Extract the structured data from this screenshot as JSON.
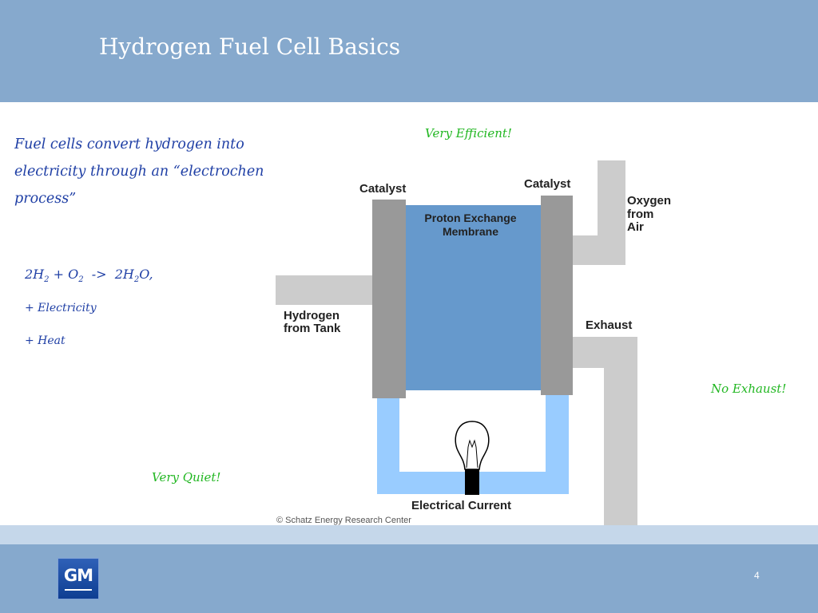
{
  "slide": {
    "title": "Hydrogen Fuel Cell Basics",
    "intro_lines": [
      "Fuel cells convert hydrogen into",
      "electricity through an “electrochen",
      "process”"
    ],
    "equation": {
      "reactant_h": "2H",
      "reactant_h_sub": "2",
      "plus_o": " + O",
      "reactant_o_sub": "2",
      "arrow": "  ->  2H",
      "product_sub": "2",
      "product_tail": "O,"
    },
    "plus_electricity": "+ Electricity",
    "plus_heat": "+  Heat",
    "callouts": {
      "efficient": "Very Efficient!",
      "quiet": "Very Quiet!",
      "no_exhaust": "No Exhaust!"
    },
    "page_number": "4"
  },
  "diagram": {
    "catalyst_left": "Catalyst",
    "catalyst_right": "Catalyst",
    "membrane_line1": "Proton Exchange",
    "membrane_line2": "Membrane",
    "oxygen_line1": "Oxygen",
    "oxygen_line2": "from",
    "oxygen_line3": "Air",
    "hydrogen_line1": "Hydrogen",
    "hydrogen_line2": "from Tank",
    "exhaust": "Exhaust",
    "current": "Electrical Current",
    "credit": "© Schatz Energy Research Center"
  },
  "logo": {
    "text": "GM"
  },
  "colors": {
    "header": "#86a9cd",
    "title_text": "#ffffff",
    "body_text": "#1f3fa5",
    "callout_green": "#22b722",
    "membrane": "#6699cc",
    "catalyst": "#999999",
    "circuit": "#99ccff",
    "pipe": "#cccccc"
  }
}
